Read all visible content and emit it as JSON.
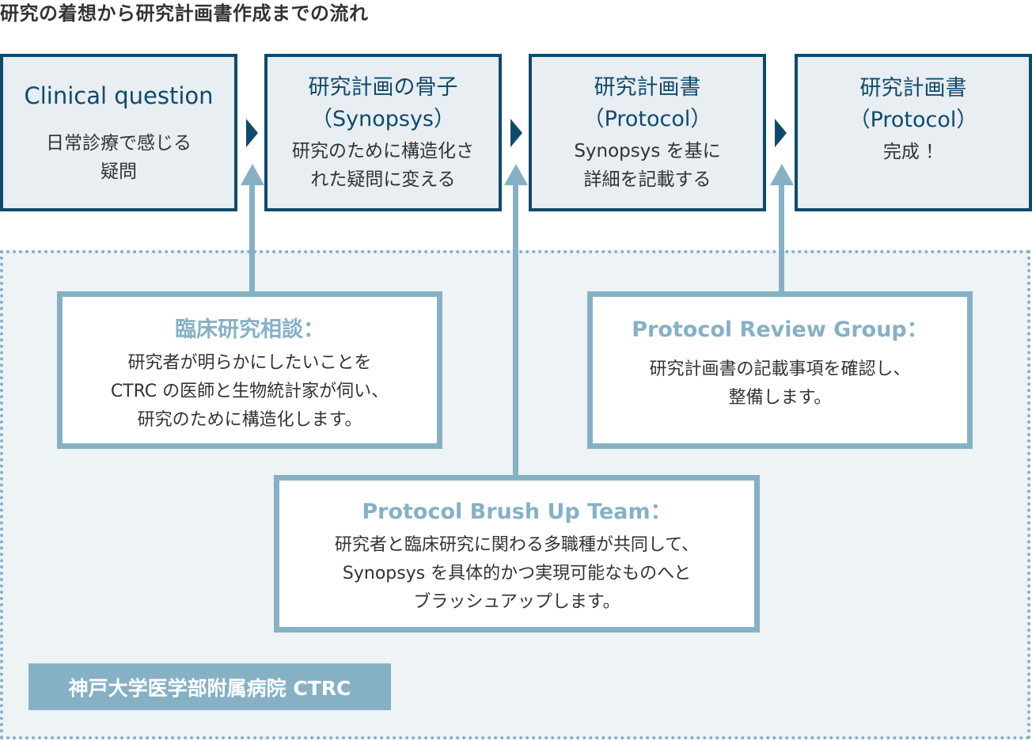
{
  "title": "研究の着想から研究計画書作成までの流れ",
  "colors": {
    "navy": "#0f4a6c",
    "light_blue": "#86b1c5",
    "step_fill": "#e8eef2",
    "area_fill": "#eef3f6",
    "text": "#333333"
  },
  "steps": [
    {
      "heading": "Clinical question",
      "description": "日常診療で感じる\n疑問"
    },
    {
      "heading": "研究計画の骨子\n（Synopsys）",
      "description": "研究のために構造化さ\nれた疑問に変える"
    },
    {
      "heading": "研究計画書\n（Protocol）",
      "description": "Synopsys を基に\n詳細を記載する"
    },
    {
      "heading": "研究計画書\n（Protocol）",
      "description": "完成 ！"
    }
  ],
  "support_teams": [
    {
      "name": "臨床研究相談：",
      "description": "研究者が明らかにしたいことを\nCTRC の医師と生物統計家が伺い、\n研究のために構造化します。"
    },
    {
      "name": "Protocol Review Group：",
      "description": "研究計画書の記載事項を確認し、\n整備します。"
    },
    {
      "name": "Protocol Brush Up Team：",
      "description": "研究者と臨床研究に関わる多職種が共同して、\nSynopsys を具体的かつ実現可能なものへと\nブラッシュアップします。"
    }
  ],
  "organization": "神戸大学医学部附属病院 CTRC"
}
